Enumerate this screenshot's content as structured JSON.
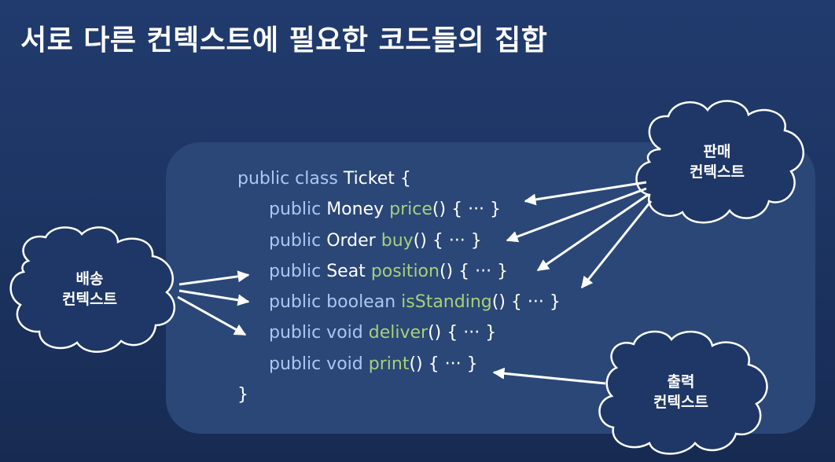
{
  "title": "서로 다른 컨텍스트에 필요한 코드들의 집합",
  "code": {
    "class_decl": {
      "kw": "public class",
      "name": "Ticket",
      "brace": "{"
    },
    "methods": [
      {
        "kw": "public",
        "type": "Money",
        "name": "price",
        "rest": "() { ··· }"
      },
      {
        "kw": "public",
        "type": "Order",
        "name": "buy",
        "rest": "() { ··· }"
      },
      {
        "kw": "public",
        "type": "Seat",
        "name": "position",
        "rest": "() { ··· }"
      },
      {
        "kw": "public boolean",
        "type": "",
        "name": "isStanding",
        "rest": "() { ··· }"
      },
      {
        "kw": "public void",
        "type": "",
        "name": "deliver",
        "rest": "() { ··· }"
      },
      {
        "kw": "public void",
        "type": "",
        "name": "print",
        "rest": "() { ··· }"
      }
    ],
    "close_brace": "}"
  },
  "contexts": {
    "sales": {
      "line1": "판매",
      "line2": "컨텍스트"
    },
    "delivery": {
      "line1": "배송",
      "line2": "컨텍스트"
    },
    "output": {
      "line1": "출력",
      "line2": "컨텍스트"
    }
  },
  "colors": {
    "keyword": "#a9c9f2",
    "method": "#a7d07a",
    "text": "#ffffff",
    "panel": "#2a4777",
    "cloud_fill": "#1e3766",
    "arrow": "#ffffff"
  }
}
